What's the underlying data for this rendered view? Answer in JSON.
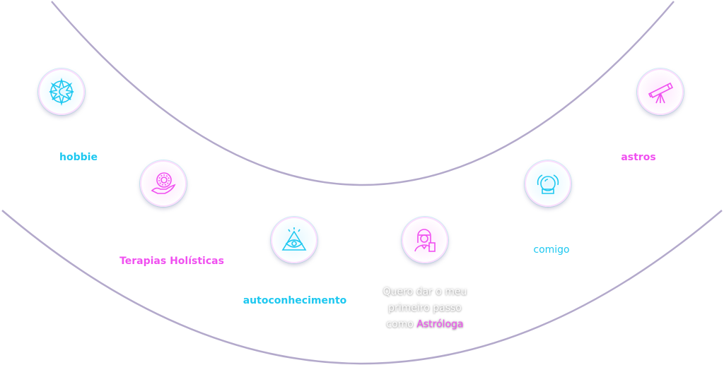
{
  "colors": {
    "cyan": "#1ec8f0",
    "magenta": "#f050f0",
    "curve": "#b3a9cb"
  },
  "items": [
    {
      "label": "hobbie",
      "icon": "compass-star-moon-icon",
      "color": "cyan"
    },
    {
      "label": "Terapias Holísticas",
      "icon": "hand-mandala-icon",
      "color": "magenta"
    },
    {
      "label": "autoconhecimento",
      "icon": "eye-pyramid-icon",
      "color": "cyan"
    },
    {
      "label": "comigo",
      "icon": "crystal-ball-icon",
      "color": "cyan"
    },
    {
      "label": "astros",
      "icon": "telescope-icon",
      "color": "magenta"
    }
  ],
  "cta": {
    "line1": "Quero dar o meu",
    "line2": "primeiro passo",
    "line3_prefix": "como ",
    "line3_highlight": "Astróloga",
    "icon": "astrologer-woman-icon"
  }
}
